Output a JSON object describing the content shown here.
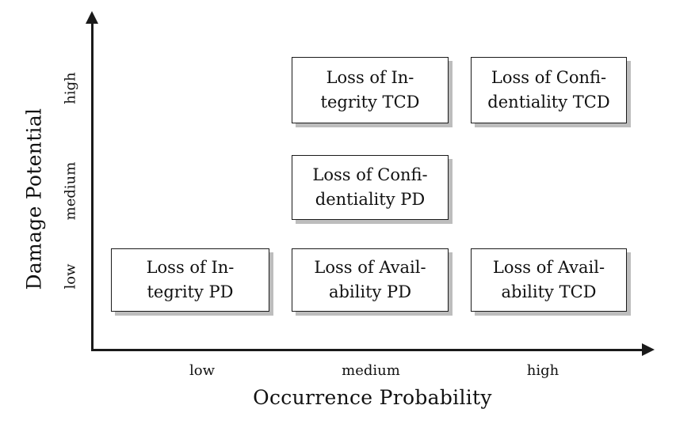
{
  "chart_data": {
    "type": "table",
    "title": "",
    "xlabel": "Occurrence Probability",
    "ylabel": "Damage Potential",
    "x_categories": [
      "low",
      "medium",
      "high"
    ],
    "y_categories": [
      "low",
      "medium",
      "high"
    ],
    "grid": false,
    "legend": "none",
    "cells": [
      {
        "id": "loss-integrity-tcd",
        "occurrence_probability": "medium",
        "damage_potential": "high",
        "line1": "Loss of In-",
        "line2": "tegrity TCD",
        "text": "Loss of Integrity TCD"
      },
      {
        "id": "loss-confidentiality-tcd",
        "occurrence_probability": "high",
        "damage_potential": "high",
        "line1": "Loss of Confi-",
        "line2": "dentiality TCD",
        "text": "Loss of Confidentiality TCD"
      },
      {
        "id": "loss-confidentiality-pd",
        "occurrence_probability": "medium",
        "damage_potential": "medium",
        "line1": "Loss of Confi-",
        "line2": "dentiality PD",
        "text": "Loss of Confidentiality PD"
      },
      {
        "id": "loss-integrity-pd",
        "occurrence_probability": "low",
        "damage_potential": "low",
        "line1": "Loss of In-",
        "line2": "tegrity PD",
        "text": "Loss of Integrity PD"
      },
      {
        "id": "loss-availability-pd",
        "occurrence_probability": "medium",
        "damage_potential": "low",
        "line1": "Loss of Avail-",
        "line2": "ability PD",
        "text": "Loss of Availability PD"
      },
      {
        "id": "loss-availability-tcd",
        "occurrence_probability": "high",
        "damage_potential": "low",
        "line1": "Loss of Avail-",
        "line2": "ability TCD",
        "text": "Loss of Availability TCD"
      }
    ]
  },
  "axes": {
    "x": {
      "title": "Occurrence Probability",
      "ticks": [
        "low",
        "medium",
        "high"
      ]
    },
    "y": {
      "title": "Damage Potential",
      "ticks": [
        "low",
        "medium",
        "high"
      ]
    }
  },
  "colors": {
    "axis": "#1a1a1a",
    "box_border": "#1a1a1a",
    "box_fill": "#ffffff",
    "box_shadow": "#bdbdbd",
    "text": "#111111",
    "background": "#ffffff"
  }
}
